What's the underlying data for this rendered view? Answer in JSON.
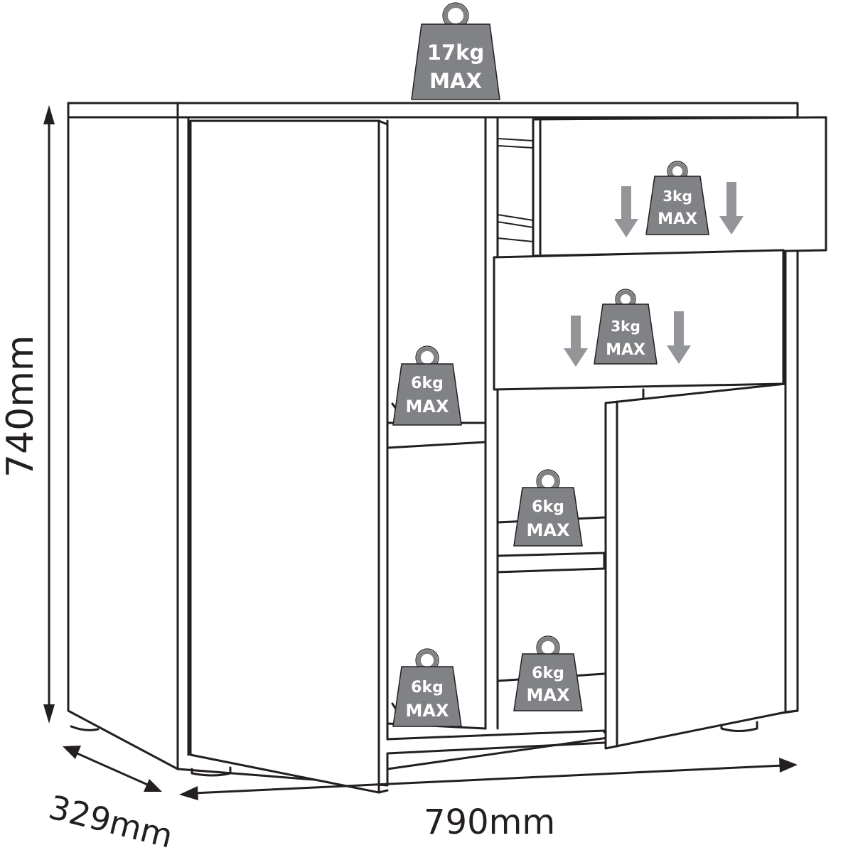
{
  "dimensions": {
    "height": "740mm",
    "width": "790mm",
    "depth": "329mm"
  },
  "load_limits": {
    "top": {
      "value": "17kg",
      "unit": "MAX"
    },
    "drawer_upper": {
      "value": "3kg",
      "unit": "MAX"
    },
    "drawer_lower": {
      "value": "3kg",
      "unit": "MAX"
    },
    "left_shelf_upper": {
      "value": "6kg",
      "unit": "MAX"
    },
    "left_shelf_lower": {
      "value": "6kg",
      "unit": "MAX"
    },
    "right_shelf_upper": {
      "value": "6kg",
      "unit": "MAX"
    },
    "right_shelf_lower": {
      "value": "6kg",
      "unit": "MAX"
    }
  },
  "colors": {
    "line": "#231f20",
    "weight_fill": "#808285",
    "arrow_fill": "#939598",
    "weight_text": "#ffffff"
  }
}
